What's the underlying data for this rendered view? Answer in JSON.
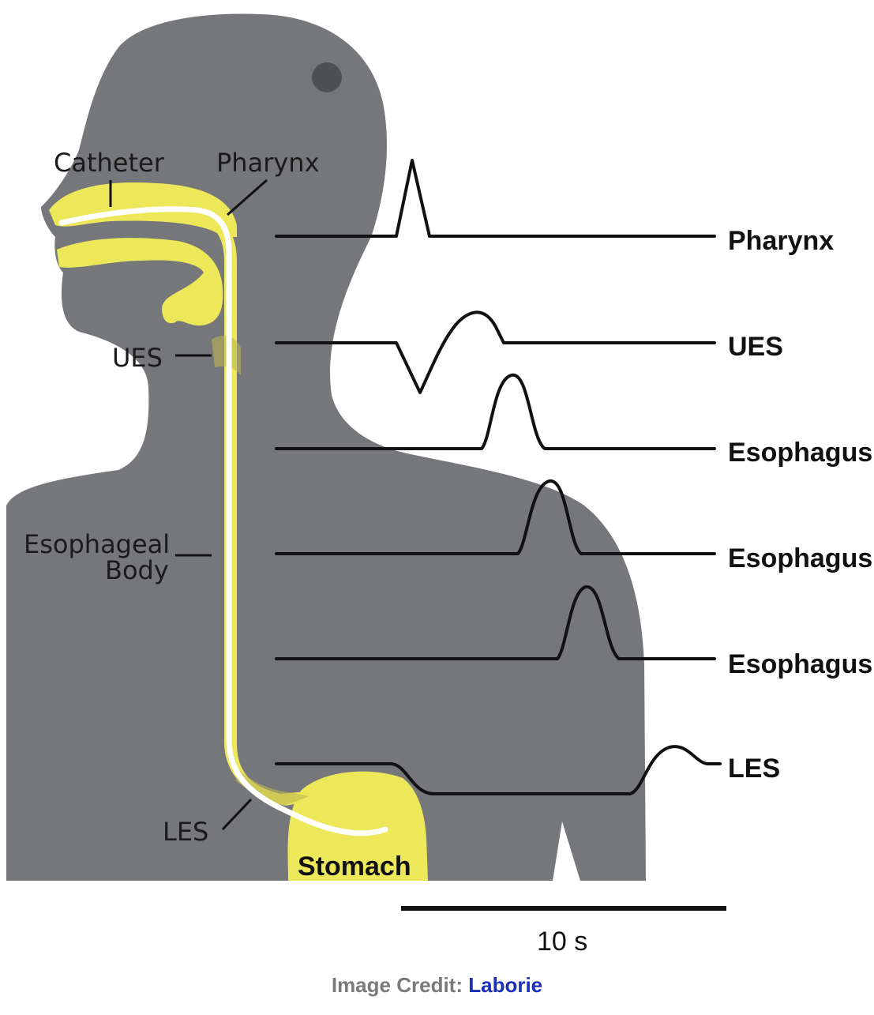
{
  "labels": {
    "catheter": "Catheter",
    "pharynx": "Pharynx",
    "ues": "UES",
    "esophageal_body_line1": "Esophageal",
    "esophageal_body_line2": "Body",
    "les": "LES",
    "stomach": "Stomach"
  },
  "traces": [
    {
      "label": "Pharynx"
    },
    {
      "label": "UES"
    },
    {
      "label": "Esophagus"
    },
    {
      "label": "Esophagus"
    },
    {
      "label": "Esophagus"
    },
    {
      "label": "LES"
    }
  ],
  "scale_bar": {
    "label": "10 s"
  },
  "credit": {
    "prefix": "Image Credit:",
    "source": "Laborie"
  },
  "colors": {
    "body": "#76777a",
    "tract": "#ede85a",
    "catheter": "#ffffff",
    "line": "#111111",
    "credit_link": "#1a2fb8"
  }
}
